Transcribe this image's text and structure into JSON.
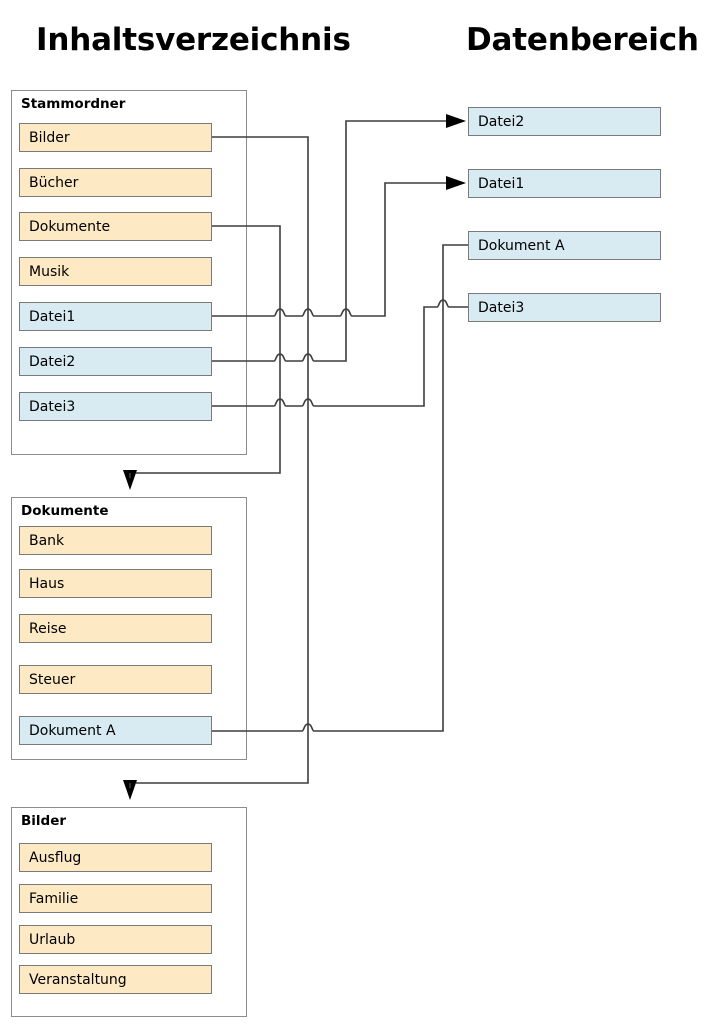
{
  "headings": {
    "left": "Inhaltsverzeichnis",
    "right": "Datenbereich"
  },
  "colors": {
    "folder_fill": "#fdeac5",
    "file_fill": "#d8eaf2",
    "box_border": "#7a7a7a",
    "container_border": "#8c8c8c",
    "wire": "#3d3d3d",
    "text": "#000000",
    "background": "#ffffff"
  },
  "directory_area": {
    "containers": [
      {
        "name": "Stammordner",
        "label": "Stammordner",
        "entries": [
          {
            "label": "Bilder",
            "kind": "folder"
          },
          {
            "label": "Bücher",
            "kind": "folder"
          },
          {
            "label": "Dokumente",
            "kind": "folder"
          },
          {
            "label": "Musik",
            "kind": "folder"
          },
          {
            "label": "Datei1",
            "kind": "file"
          },
          {
            "label": "Datei2",
            "kind": "file"
          },
          {
            "label": "Datei3",
            "kind": "file"
          }
        ]
      },
      {
        "name": "Dokumente",
        "label": "Dokumente",
        "entries": [
          {
            "label": "Bank",
            "kind": "folder"
          },
          {
            "label": "Haus",
            "kind": "folder"
          },
          {
            "label": "Reise",
            "kind": "folder"
          },
          {
            "label": "Steuer",
            "kind": "folder"
          },
          {
            "label": "Dokument A",
            "kind": "file"
          }
        ]
      },
      {
        "name": "Bilder",
        "label": "Bilder",
        "entries": [
          {
            "label": "Ausflug",
            "kind": "folder"
          },
          {
            "label": "Familie",
            "kind": "folder"
          },
          {
            "label": "Urlaub",
            "kind": "folder"
          },
          {
            "label": "Veranstaltung",
            "kind": "folder"
          }
        ]
      }
    ]
  },
  "data_area": {
    "blocks": [
      {
        "label": "Datei2",
        "kind": "file"
      },
      {
        "label": "Datei1",
        "kind": "file"
      },
      {
        "label": "Dokument A",
        "kind": "file"
      },
      {
        "label": "Datei3",
        "kind": "file"
      }
    ]
  },
  "connections": [
    {
      "from": "Stammordner/Bilder",
      "to": "Bilder-container",
      "arrow": true
    },
    {
      "from": "Stammordner/Dokumente",
      "to": "Dokumente-container",
      "arrow": true
    },
    {
      "from": "Stammordner/Datei1",
      "to": "Datenbereich/Datei1",
      "arrow": true
    },
    {
      "from": "Stammordner/Datei2",
      "to": "Datenbereich/Datei2",
      "arrow": true
    },
    {
      "from": "Stammordner/Datei3",
      "to": "Datenbereich/Datei3",
      "arrow": false
    },
    {
      "from": "Dokumente/Dokument A",
      "to": "Datenbereich/Dokument A",
      "arrow": false
    }
  ]
}
